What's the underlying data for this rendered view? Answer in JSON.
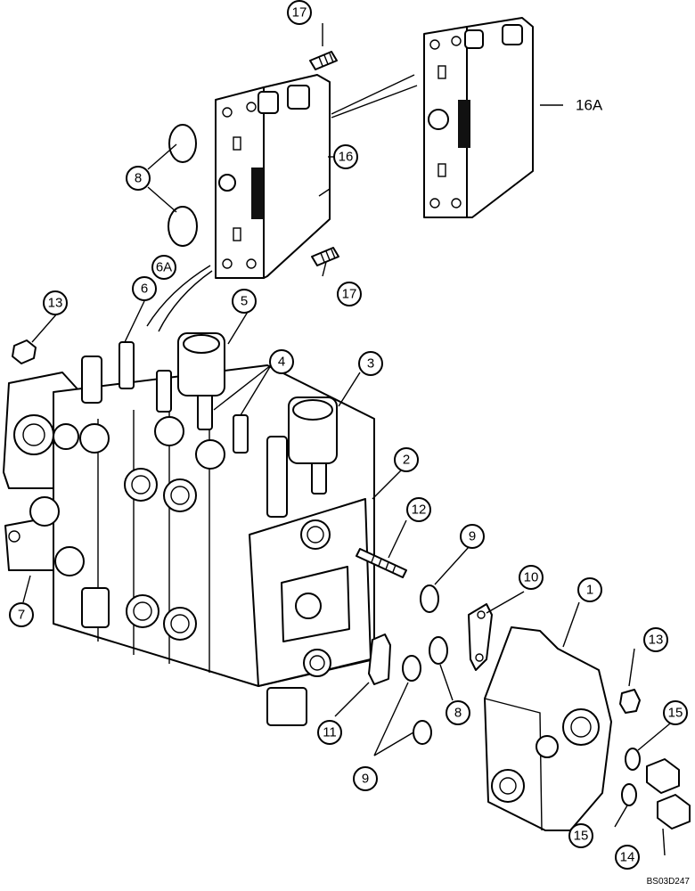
{
  "drawing_code": "BS03D247",
  "callouts": {
    "c1": "1",
    "c2": "2",
    "c3": "3",
    "c4": "4",
    "c5": "5",
    "c6": "6",
    "c6a": "6A",
    "c7": "7",
    "c8_top": "8",
    "c8_bottom": "8",
    "c9_a": "9",
    "c9_b": "9",
    "c10": "10",
    "c11": "11",
    "c12": "12",
    "c13_left": "13",
    "c13_right": "13",
    "c14": "14",
    "c15_a": "15",
    "c15_b": "15",
    "c16": "16",
    "c16a": "16A",
    "c17_top": "17",
    "c17_bottom": "17"
  }
}
